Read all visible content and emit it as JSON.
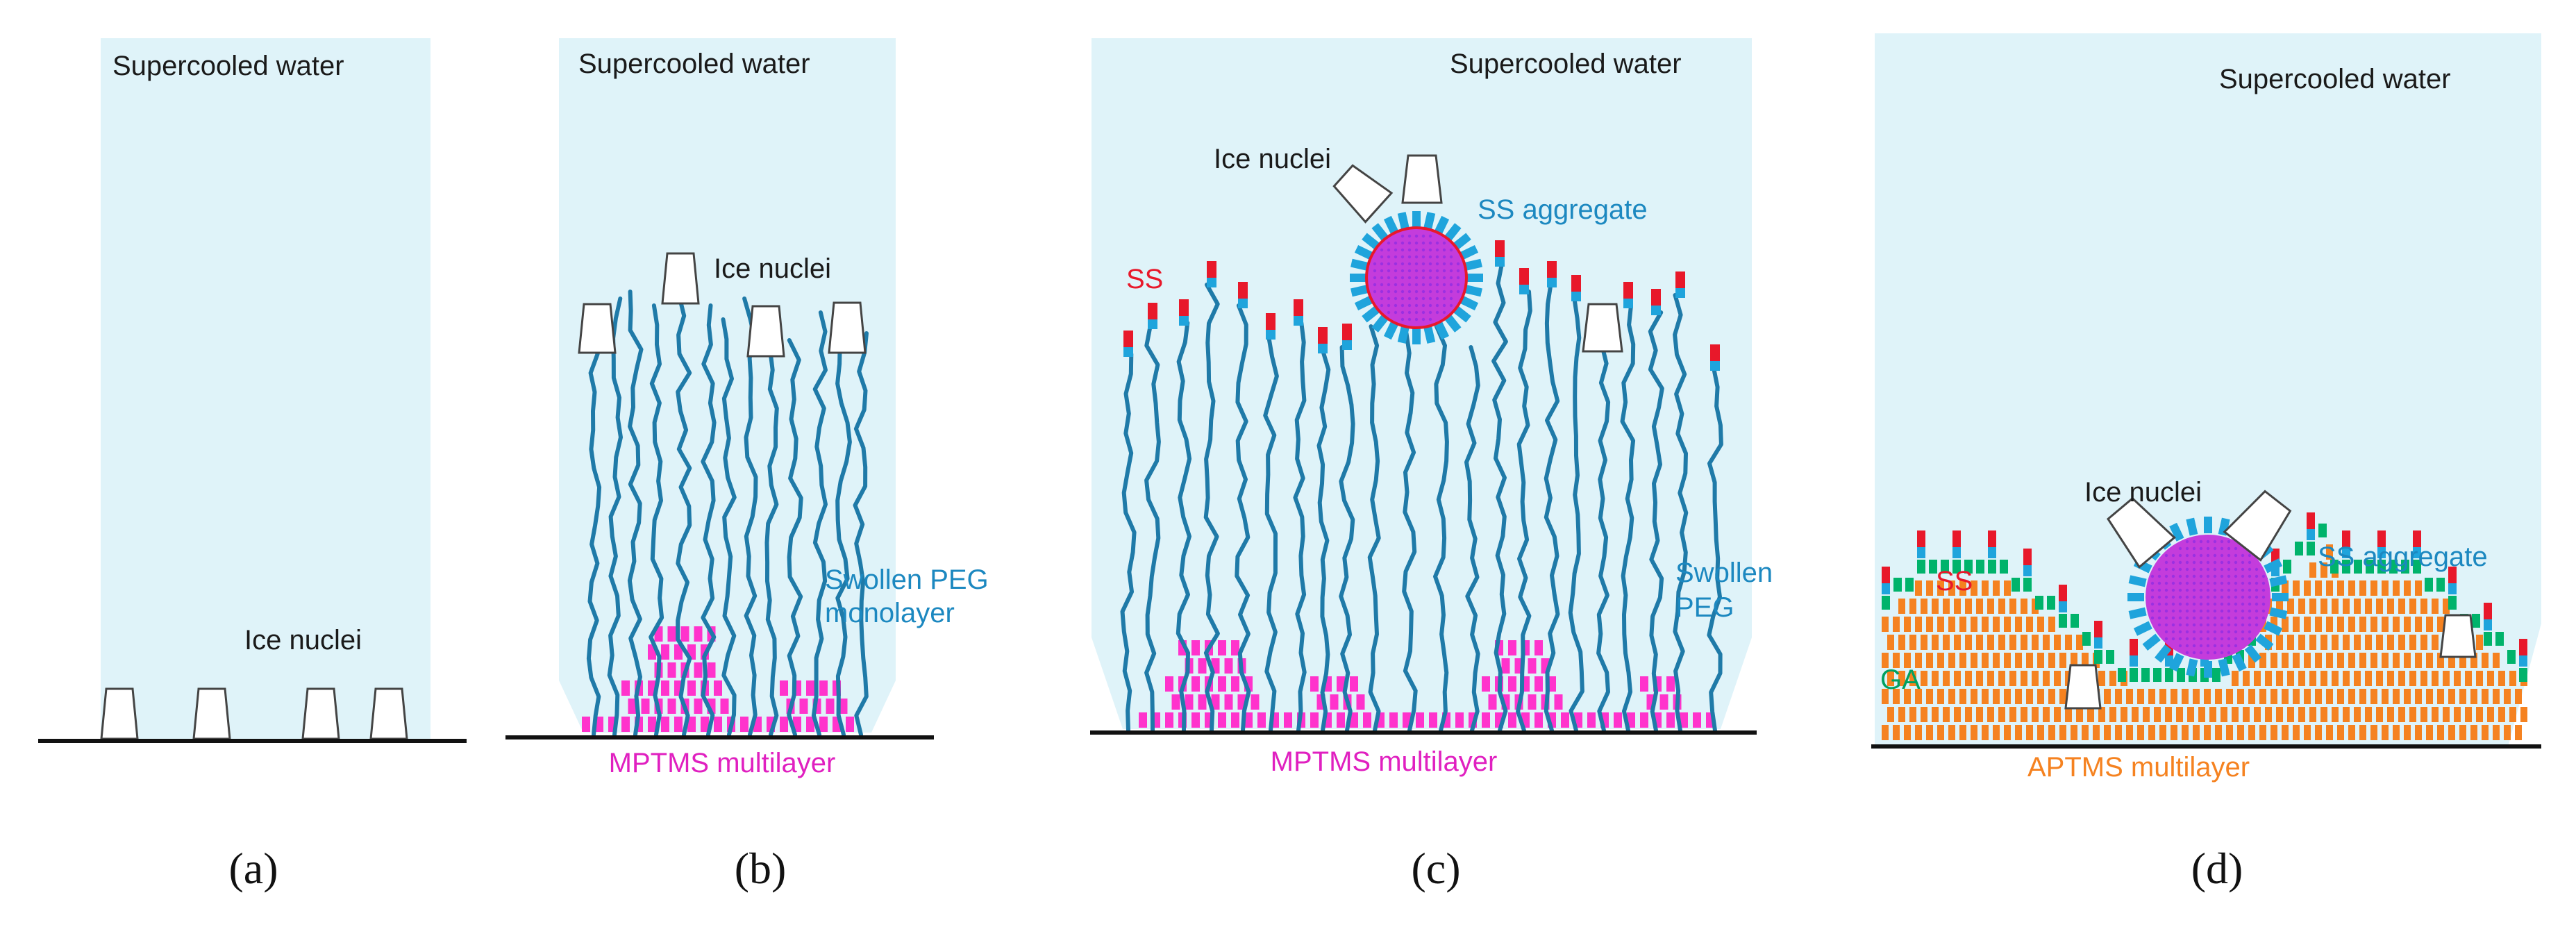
{
  "colors": {
    "water": "#dff3f9",
    "chain": "#1f7aa8",
    "mptms": "#ff33cc",
    "aptms": "#f58220",
    "ga": "#00b36b",
    "ss_head": "#e8182a",
    "ss_link": "#1fa4dc",
    "nuclei_fill": "#ffffff",
    "nuclei_stroke": "#444444",
    "substrate": "#111111",
    "aggregate_core": "#c43cdc",
    "text_dark": "#1a1a1a",
    "text_blue": "#1c88c0",
    "text_red": "#e8182a",
    "text_green": "#00a060",
    "text_orange": "#f58220",
    "text_magenta": "#e020c0"
  },
  "panels": {
    "a": {
      "caption": "(a)",
      "water_label": "Supercooled water",
      "nuclei_label": "Ice nuclei"
    },
    "b": {
      "caption": "(b)",
      "water_label": "Supercooled water",
      "nuclei_label": "Ice nuclei",
      "peg_label_1": "Swollen PEG",
      "peg_label_2": "monolayer",
      "layer_label": "MPTMS multilayer"
    },
    "c": {
      "caption": "(c)",
      "water_label": "Supercooled water",
      "nuclei_label": "Ice nuclei",
      "ss_label": "SS",
      "aggregate_label": "SS aggregate",
      "peg_label_1": "Swollen",
      "peg_label_2": "PEG",
      "layer_label": "MPTMS multilayer"
    },
    "d": {
      "caption": "(d)",
      "water_label": "Supercooled water",
      "nuclei_label": "Ice nuclei",
      "ss_label": "SS",
      "aggregate_label": "SS aggregate",
      "ga_label": "GA",
      "layer_label": "APTMS multilayer"
    }
  }
}
